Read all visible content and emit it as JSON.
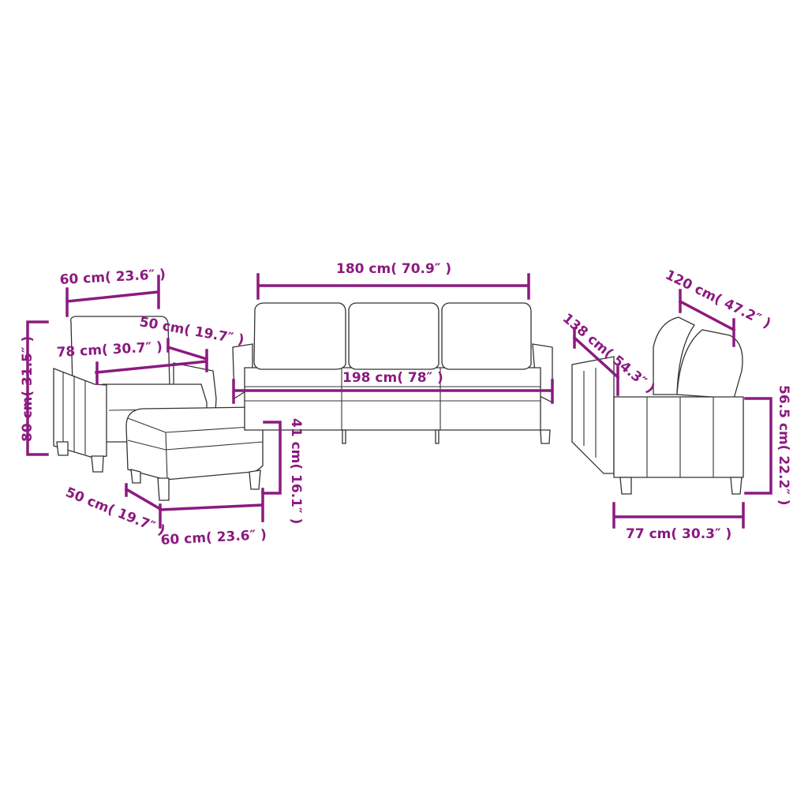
{
  "accent_color": "#8b1a7f",
  "armchair": {
    "width": "60 cm( 23.6″ )",
    "height": "80 cm( 31.5″ )",
    "depth": "78 cm( 30.7″ )",
    "seat_depth": "50 cm( 19.7″ )"
  },
  "footstool": {
    "depth": "50 cm( 19.7″ )",
    "width": "60 cm( 23.6″ )",
    "height": "41 cm( 16.1″ )"
  },
  "three_seater": {
    "seat_width": "180 cm( 70.9″ )",
    "total_width": "198 cm( 78″ )"
  },
  "two_seater": {
    "seat_width": "120 cm( 47.2″ )",
    "total_width": "138 cm( 54.3″ )",
    "depth": "77 cm( 30.3″ )",
    "seat_height": "56.5 cm( 22.2″ )"
  }
}
